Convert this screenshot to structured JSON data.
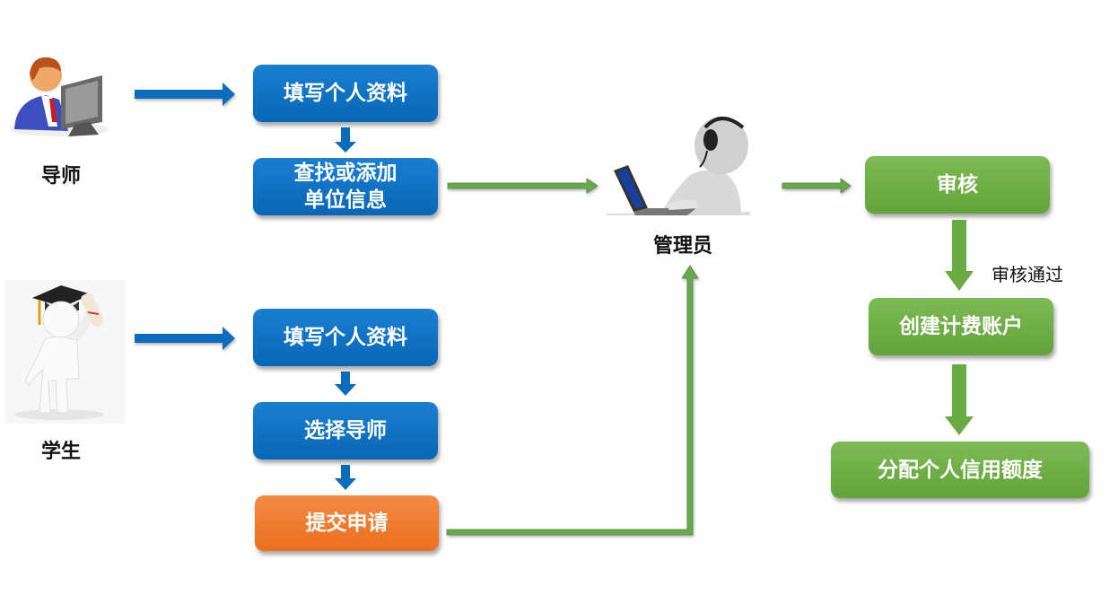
{
  "actors": {
    "tutor": {
      "label": "导师",
      "icon": "tutor-at-computer-icon"
    },
    "student": {
      "label": "学生",
      "icon": "graduate-student-icon"
    },
    "admin": {
      "label": "管理员",
      "icon": "admin-with-headset-laptop-icon"
    }
  },
  "tutor_flow": [
    {
      "label": "填写个人资料"
    },
    {
      "label": "查找或添加\n单位信息"
    }
  ],
  "student_flow": [
    {
      "label": "填写个人资料"
    },
    {
      "label": "选择导师"
    },
    {
      "label": "提交申请"
    }
  ],
  "admin_flow": [
    {
      "label": "审核"
    },
    {
      "label": "创建计费账户"
    },
    {
      "label": "分配个人信用额度"
    }
  ],
  "edge_labels": {
    "approved": "审核通过"
  },
  "colors": {
    "blue": "#0a6cbd",
    "orange": "#ef7a2c",
    "green": "#6aab41",
    "arrow_green": "#6aa84f"
  }
}
